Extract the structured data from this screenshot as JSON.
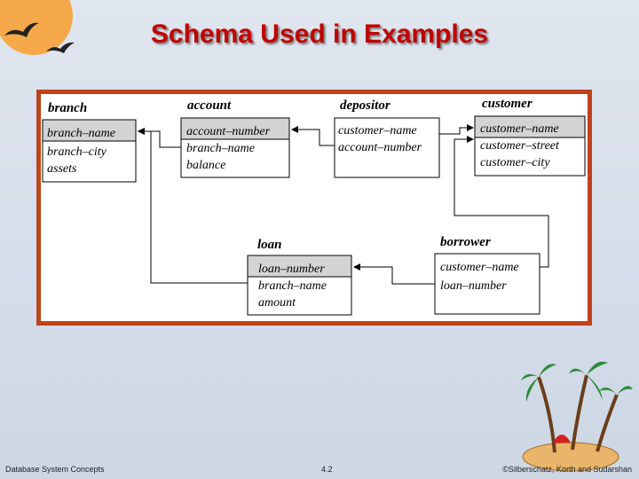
{
  "title": "Schema Used in Examples",
  "footer": {
    "left": "Database System Concepts",
    "center": "4.2",
    "right": "©Silberschatz, Korth and Sudarshan"
  },
  "tables": {
    "branch": {
      "name": "branch",
      "key": [
        "branch–name"
      ],
      "attrs": [
        "branch–city",
        "assets"
      ]
    },
    "account": {
      "name": "account",
      "key": [
        "account–number"
      ],
      "attrs": [
        "branch–name",
        "balance"
      ]
    },
    "depositor": {
      "name": "depositor",
      "key": [],
      "attrs": [
        "customer–name",
        "account–number"
      ]
    },
    "customer": {
      "name": "customer",
      "key": [
        "customer–name"
      ],
      "attrs": [
        "customer–street",
        "customer–city"
      ]
    },
    "loan": {
      "name": "loan",
      "key": [
        "loan–number"
      ],
      "attrs": [
        "branch–name",
        "amount"
      ]
    },
    "borrower": {
      "name": "borrower",
      "key": [],
      "attrs": [
        "customer–name",
        "loan–number"
      ]
    }
  },
  "colors": {
    "title": "#c00000",
    "frame": "#c0421a",
    "key_fill": "#d3d3d3"
  }
}
